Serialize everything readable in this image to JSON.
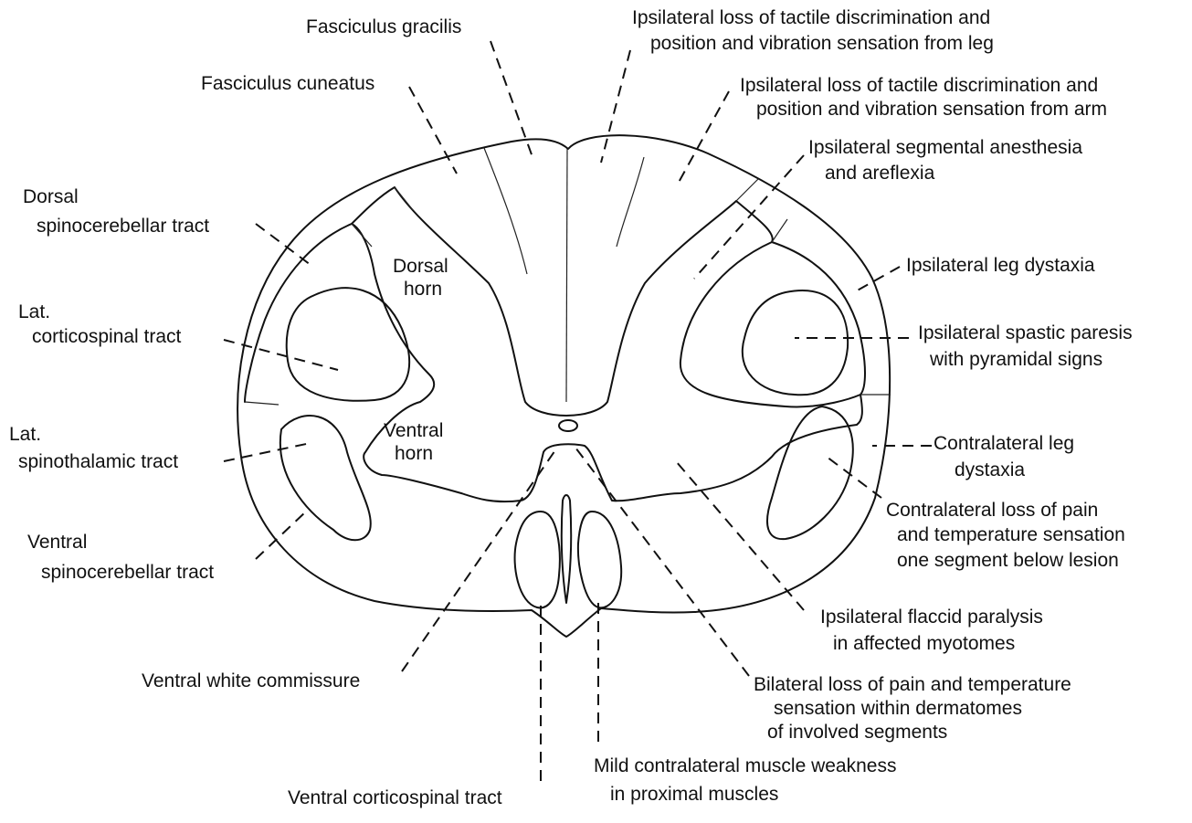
{
  "labels": {
    "fasciculus_gracilis": "Fasciculus gracilis",
    "fasciculus_cuneatus": "Fasciculus cuneatus",
    "dorsal_spinocerebellar": [
      "Dorsal",
      "spinocerebellar tract"
    ],
    "lat_corticospinal": [
      "Lat.",
      "corticospinal tract"
    ],
    "lat_spinothalamic": [
      "Lat.",
      "spinothalamic tract"
    ],
    "ventral_spinocerebellar": [
      "Ventral",
      "spinocerebellar tract"
    ],
    "dorsal_horn": [
      "Dorsal",
      "horn"
    ],
    "ventral_horn": [
      "Ventral",
      "horn"
    ],
    "ventral_white_commissure": "Ventral white commissure",
    "ventral_corticospinal": "Ventral corticospinal tract",
    "loss_leg": [
      "Ipsilateral loss of tactile discrimination and",
      "position and vibration sensation from leg"
    ],
    "loss_arm": [
      "Ipsilateral loss of tactile discrimination and",
      "position and vibration sensation from arm"
    ],
    "segmental_anesthesia": [
      "Ipsilateral segmental anesthesia",
      "and  areflexia"
    ],
    "leg_dystaxia": "Ipsilateral leg dystaxia",
    "spastic_paresis": [
      "Ipsilateral spastic paresis",
      "with pyramidal signs"
    ],
    "contra_leg_dystaxia": [
      "Contralateral leg",
      "dystaxia"
    ],
    "contra_pain_loss": [
      "Contralateral loss of pain",
      "and temperature sensation",
      "one segment below lesion"
    ],
    "flaccid_paralysis": [
      "Ipsilateral flaccid paralysis",
      "in affected myotomes"
    ],
    "bilateral_loss": [
      "Bilateral loss of pain and temperature",
      "sensation within dermatomes",
      "of involved segments"
    ],
    "mild_weakness": [
      "Mild contralateral muscle weakness",
      "in proximal  muscles"
    ]
  }
}
